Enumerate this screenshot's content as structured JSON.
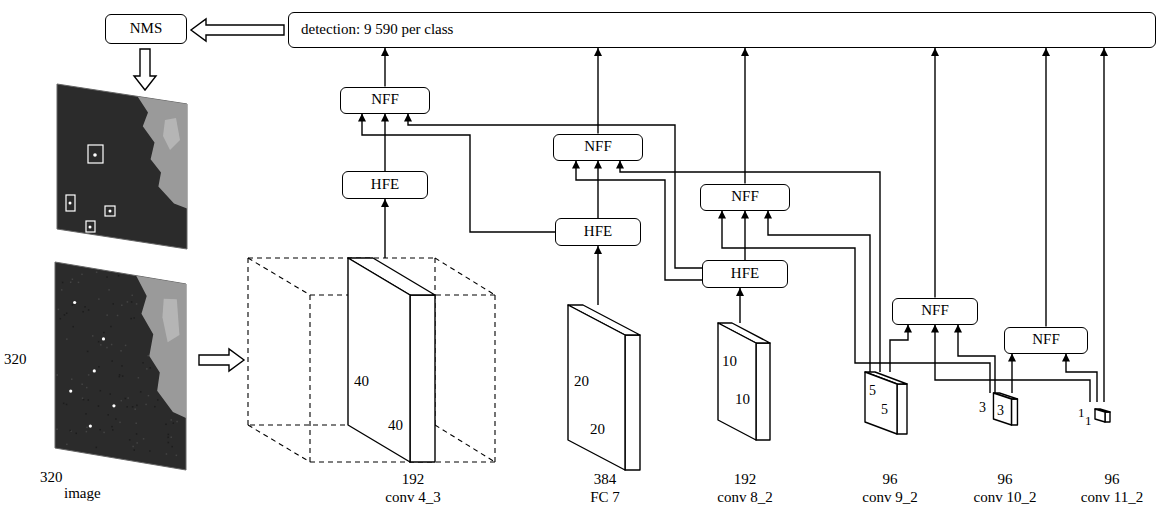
{
  "diagram": {
    "nodes": [
      {
        "text": [
          "NMS"
        ]
      },
      {
        "text": [
          "detection: 9 590 per class"
        ]
      },
      {
        "text": [
          "320",
          "320",
          "image"
        ]
      },
      {
        "text": [
          "40",
          "40",
          "192",
          "conv 4_3"
        ]
      },
      {
        "text": [
          "HFE"
        ]
      },
      {
        "text": [
          "NFF"
        ]
      },
      {
        "text": [
          "20",
          "20",
          "384",
          "FC 7"
        ]
      },
      {
        "text": [
          "HFE"
        ]
      },
      {
        "text": [
          "NFF"
        ]
      },
      {
        "text": [
          "10",
          "10",
          "192",
          "conv 8_2"
        ]
      },
      {
        "text": [
          "HFE"
        ]
      },
      {
        "text": [
          "NFF"
        ]
      },
      {
        "text": [
          "5",
          "5",
          "96",
          "conv 9_2"
        ]
      },
      {
        "text": [
          "NFF"
        ]
      },
      {
        "text": [
          "3",
          "3",
          "96",
          "conv 10_2"
        ]
      },
      {
        "text": [
          "NFF"
        ]
      },
      {
        "text": [
          "1",
          "1",
          "96",
          "conv 11_2"
        ]
      }
    ],
    "edges": [
      {
        "from": 1,
        "to": 0,
        "arrow": "to"
      },
      {
        "from": 2,
        "to": 3,
        "arrow": "to"
      },
      {
        "from": 3,
        "to": 4,
        "arrow": "to"
      },
      {
        "from": 4,
        "to": 5,
        "arrow": "to"
      },
      {
        "from": 7,
        "to": 5,
        "arrow": "to"
      },
      {
        "from": 10,
        "to": 5,
        "arrow": "to"
      },
      {
        "from": 6,
        "to": 7,
        "arrow": "to"
      },
      {
        "from": 7,
        "to": 8,
        "arrow": "to"
      },
      {
        "from": 10,
        "to": 8,
        "arrow": "to"
      },
      {
        "from": 12,
        "to": 8,
        "arrow": "to"
      },
      {
        "from": 9,
        "to": 10,
        "arrow": "to"
      },
      {
        "from": 10,
        "to": 11,
        "arrow": "to"
      },
      {
        "from": 12,
        "to": 11,
        "arrow": "to"
      },
      {
        "from": 14,
        "to": 11,
        "arrow": "to"
      },
      {
        "from": 12,
        "to": 13,
        "arrow": "to"
      },
      {
        "from": 14,
        "to": 13,
        "arrow": "to"
      },
      {
        "from": 16,
        "to": 13,
        "arrow": "to"
      },
      {
        "from": 14,
        "to": 15,
        "arrow": "to"
      },
      {
        "from": 16,
        "to": 15,
        "arrow": "to"
      },
      {
        "from": 5,
        "to": 1,
        "arrow": "to"
      },
      {
        "from": 8,
        "to": 1,
        "arrow": "to"
      },
      {
        "from": 11,
        "to": 1,
        "arrow": "to"
      },
      {
        "from": 13,
        "to": 1,
        "arrow": "to"
      },
      {
        "from": 15,
        "to": 1,
        "arrow": "to"
      },
      {
        "from": 16,
        "to": 1,
        "arrow": "to"
      }
    ]
  }
}
